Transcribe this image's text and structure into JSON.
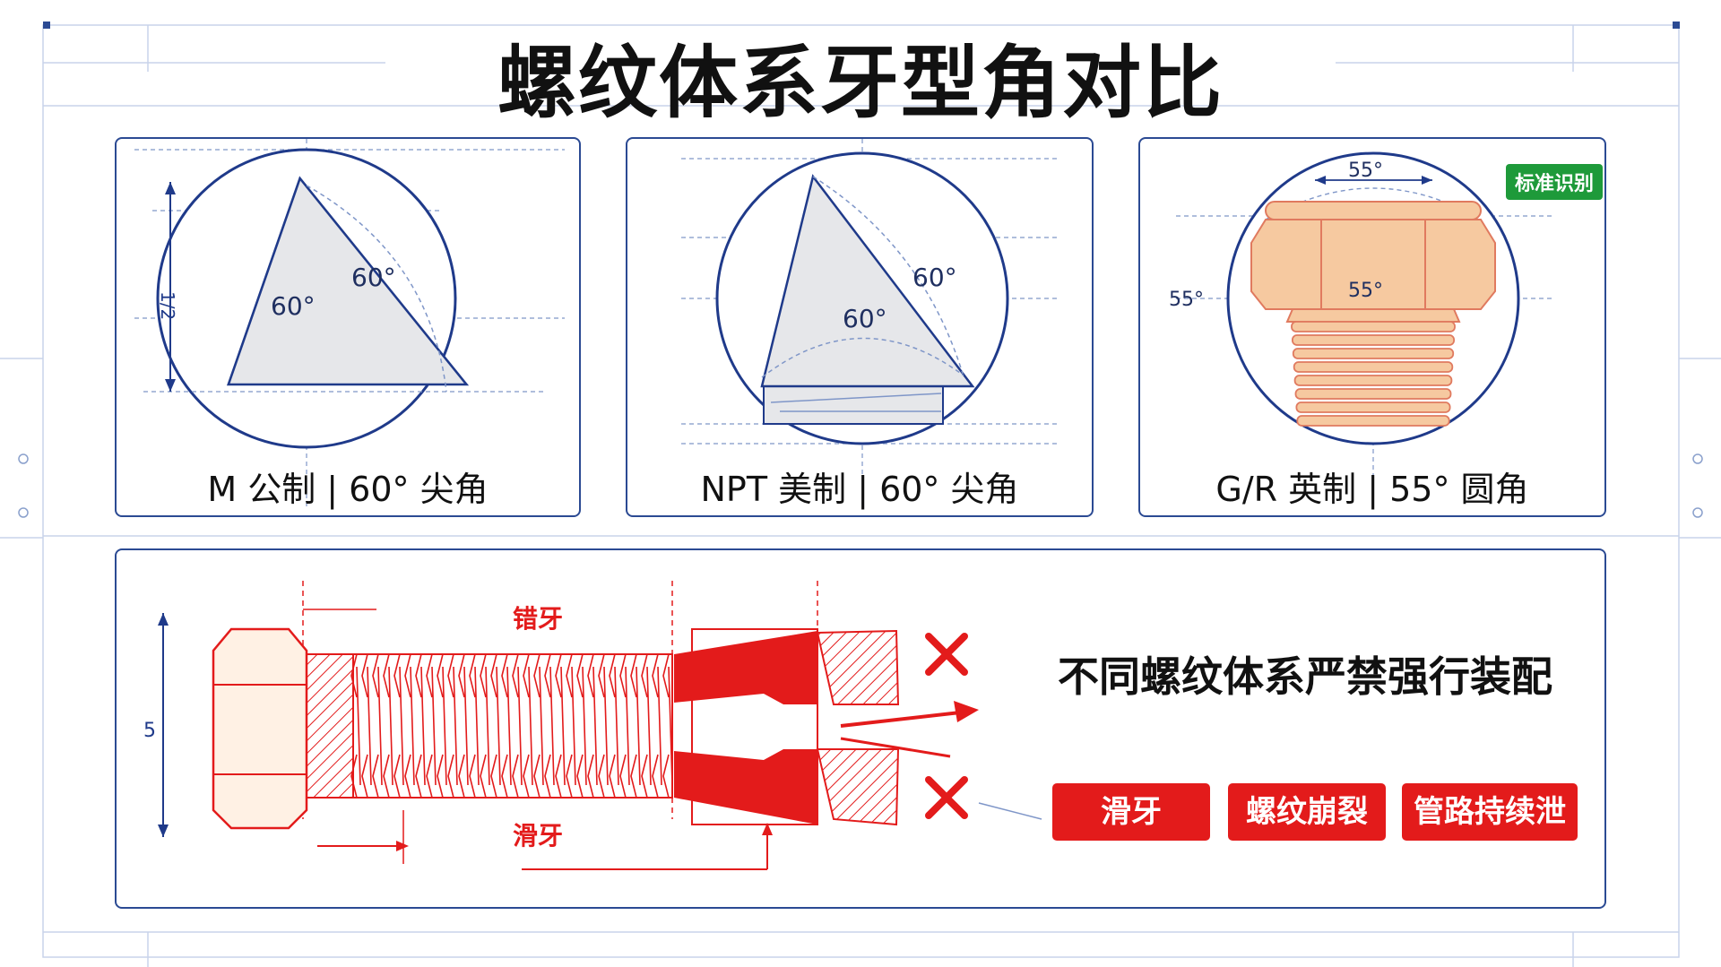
{
  "title": "螺纹体系牙型角对比",
  "cards": [
    {
      "caption": "M 公制 | 60° 尖角",
      "angle_outer": "60°",
      "angle_inner": "60°",
      "dim_label": "1/2"
    },
    {
      "caption": "NPT 美制 | 60° 尖角",
      "angle_outer": "60°",
      "angle_inner": "60°"
    },
    {
      "caption": "G/R 英制 | 55° 圆角",
      "angle_top": "55°",
      "angle_side": "55°",
      "angle_center": "55°",
      "badge": "标准识别"
    }
  ],
  "bottom": {
    "label_top": "错牙",
    "label_bottom": "滑牙",
    "dim_label": "5",
    "warning": "不同螺纹体系严禁强行装配",
    "consequences": [
      "滑牙",
      "螺纹崩裂",
      "管路持续泄漏"
    ]
  },
  "colors": {
    "frame": "#2b4a93",
    "red": "#e31b1b",
    "peach": "#f6c9a0",
    "badge": "#1e9a3a"
  }
}
